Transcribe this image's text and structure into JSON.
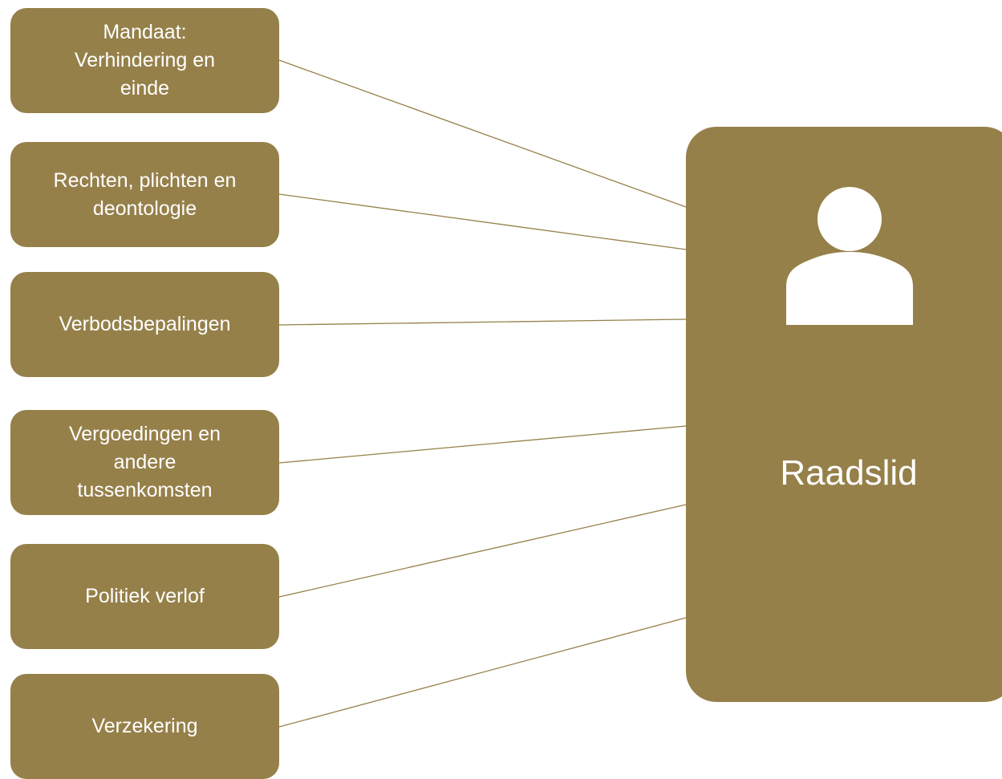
{
  "diagram": {
    "colors": {
      "box_fill": "#96804a",
      "connector": "#96804a",
      "text": "#ffffff"
    },
    "topics": [
      {
        "label": "Mandaat:\nVerhindering en\neinde"
      },
      {
        "label": "Rechten, plichten en\ndeontologie"
      },
      {
        "label": "Verbodsbepalingen"
      },
      {
        "label": "Vergoedingen en\nandere\ntussenkomsten"
      },
      {
        "label": "Politiek verlof"
      },
      {
        "label": "Verzekering"
      }
    ],
    "center": {
      "label": "Raadslid",
      "icon": "person-icon"
    }
  }
}
